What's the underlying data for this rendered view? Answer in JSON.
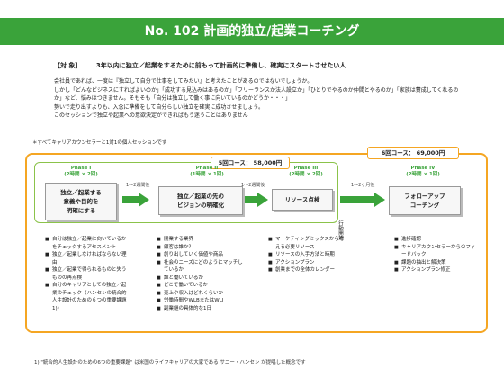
{
  "header": {
    "title": "No. 102 計画的独立/起業コーチング"
  },
  "target": {
    "label": "【対 象】",
    "text": "3年以内に独立／起業をするために前もって計画的に準備し、確実にスタートさせたい人"
  },
  "intro": [
    "会社員であれば、一度は『独立して自分で仕事をしてみたい』と考えたことがあるのではないでしょうか。",
    "しかし「どんなビジネスにすればよいのか」「成功する見込みはあるのか」「フリーランスか法人設立か」「ひとりでやるのか仲間とやるのか」「家族は賛成してくれるのか」など、悩みはつきません。そもそも「自分は独立して働く事に向いているのかどうか・・・」",
    "勢いで走り出すよりも、入念に準備をして自分らしい独立を確実に成功させましょう。",
    "このセッションで独立や起業への意欲決定ができればもう迷うことはありません"
  ],
  "note": "＊すべてキャリアカウンセラーと1対1の個人セッションです",
  "courses": {
    "six": "6回コース： 69,000円",
    "five": "5回コース： 58,000円"
  },
  "phases": [
    {
      "name": "Phase I",
      "sub": "(2時間 × 2回)",
      "box": "独立／起業する\n意義や目的を\n明確にする"
    },
    {
      "name": "Phase II",
      "sub": "(1時間 × 1回)",
      "box": "独立／起業の先の\nビジョンの明確化"
    },
    {
      "name": "Phase III",
      "sub": "(2時間 × 2回)",
      "box": "リソース点検"
    },
    {
      "name": "Phase IV",
      "sub": "(2時間 × 1回)",
      "box": "フォローアップ\nコーチング"
    }
  ],
  "intervals": [
    "1～2週間後",
    "1～2週間後",
    "1～2ヶ月後"
  ],
  "action": "行動開始",
  "lists": [
    [
      "自分は独立／起業に向いているかをチェックするアセスメント",
      "独立／起業しなければならない理由",
      "独立／起業で得られるものと失うものの再点検",
      "自分のキャリアとしての独立／起業のチェック（ハンセンの統合的人生設計のための６つの重要課題 1)）"
    ],
    [
      "開業する業界",
      "顧客は誰か？",
      "創り出していく価値や商品",
      "社会のニーズにどのようにマッチしているか",
      "誰と働いているか",
      "どこで働いているか",
      "売上や収入はどれくらいか",
      "労働時間やWLBまたはWLI",
      "副業継の具体的な1日"
    ],
    [
      "マーケティングミックスから考える必要リソース",
      "リソースの入手方法と時期",
      "アクションプラン",
      "創業までの全体カレンダー"
    ],
    [
      "進捗確認",
      "キャリアカウンセラーからのフィードバック",
      "課題の抽出と解決策",
      "アクションプラン修正"
    ]
  ],
  "footnote": "1) \"統合的人生設計のための6つの重要課題\" は米国のライフキャリアの大家である サニー・ハンセン が提唱した概念です"
}
